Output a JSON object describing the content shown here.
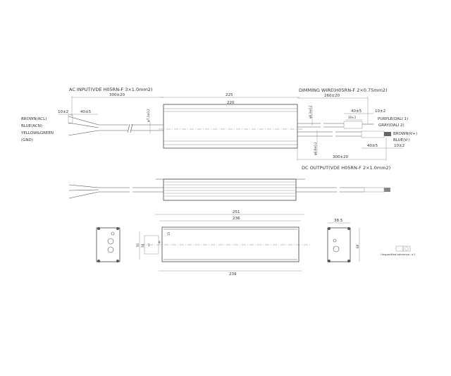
{
  "title_ac": "AC INPUT(VDE H05RN-F 3×1.0mm2)",
  "title_dim": "DIMMING WIRE(H05RN-F 2×0.75mm2)",
  "title_dc": "DC OUTPUT(VDE H05RN-F 2×1.0mm2)",
  "ac_wires": [
    "BROWN(ACL)",
    "BLUE(ACN)",
    "YELLOW&GREEN",
    "(GND)"
  ],
  "dim_wires": [
    "PURPLE(DALI 1)",
    "GRAY(DALI 2)"
  ],
  "dc_wires": [
    "BROWN(V+)",
    "BLUE(V-)"
  ],
  "dims": {
    "top_overall": "225",
    "top_inner": "220",
    "ac_len": "300±20",
    "ac_strip": "10±2",
    "ac_jacket": "40±5",
    "ac_dia": "φ7.2±0.2",
    "dim_len": "260±20",
    "dim_jacket": "40±5",
    "dim_strip": "10±2",
    "dim_inner": "30±3",
    "dim_dia": "φ6.3±0.2",
    "dc_len": "300±20",
    "dc_jacket": "40±5",
    "dc_strip": "10±2",
    "dc_dia": "φ6.8±0.2",
    "bottom_overall": "251",
    "bottom_mount": "236",
    "bottom_body": "239",
    "h50": "50",
    "h34": "34",
    "h5": "5",
    "w8": "8",
    "h15": "15",
    "end_width": "38.5",
    "end_height": "68"
  },
  "tolerance": "Unspecified tolerance :±1"
}
